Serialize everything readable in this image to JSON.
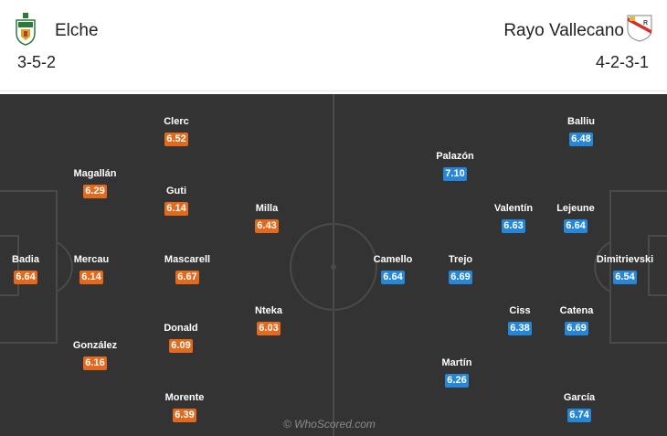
{
  "colors": {
    "pitch": "#333333",
    "lines": "#4a4a4a",
    "home_rating": "#e36a1c",
    "away_rating": "#2687d8"
  },
  "home": {
    "name": "Elche",
    "formation": "3-5-2",
    "crest_icon": "elche-crest-icon",
    "players": [
      {
        "name": "Badia",
        "rating": "6.64"
      },
      {
        "name": "Magallán",
        "rating": "6.29"
      },
      {
        "name": "Mercau",
        "rating": "6.14"
      },
      {
        "name": "González",
        "rating": "6.16"
      },
      {
        "name": "Clerc",
        "rating": "6.52"
      },
      {
        "name": "Guti",
        "rating": "6.14"
      },
      {
        "name": "Mascarell",
        "rating": "6.67"
      },
      {
        "name": "Donald",
        "rating": "6.09"
      },
      {
        "name": "Morente",
        "rating": "6.39"
      },
      {
        "name": "Milla",
        "rating": "6.43"
      },
      {
        "name": "Nteka",
        "rating": "6.03"
      }
    ]
  },
  "away": {
    "name": "Rayo Vallecano",
    "formation": "4-2-3-1",
    "crest_icon": "rayo-vallecano-crest-icon",
    "players": [
      {
        "name": "Dimitrievski",
        "rating": "6.54"
      },
      {
        "name": "Balliu",
        "rating": "6.48"
      },
      {
        "name": "Lejeune",
        "rating": "6.64"
      },
      {
        "name": "Catena",
        "rating": "6.69"
      },
      {
        "name": "García",
        "rating": "6.74"
      },
      {
        "name": "Valentín",
        "rating": "6.63"
      },
      {
        "name": "Ciss",
        "rating": "6.38"
      },
      {
        "name": "Palazón",
        "rating": "7.10"
      },
      {
        "name": "Trejo",
        "rating": "6.69"
      },
      {
        "name": "Martín",
        "rating": "6.26"
      },
      {
        "name": "Camello",
        "rating": "6.64"
      }
    ]
  },
  "watermark": "© WhoScored.com"
}
